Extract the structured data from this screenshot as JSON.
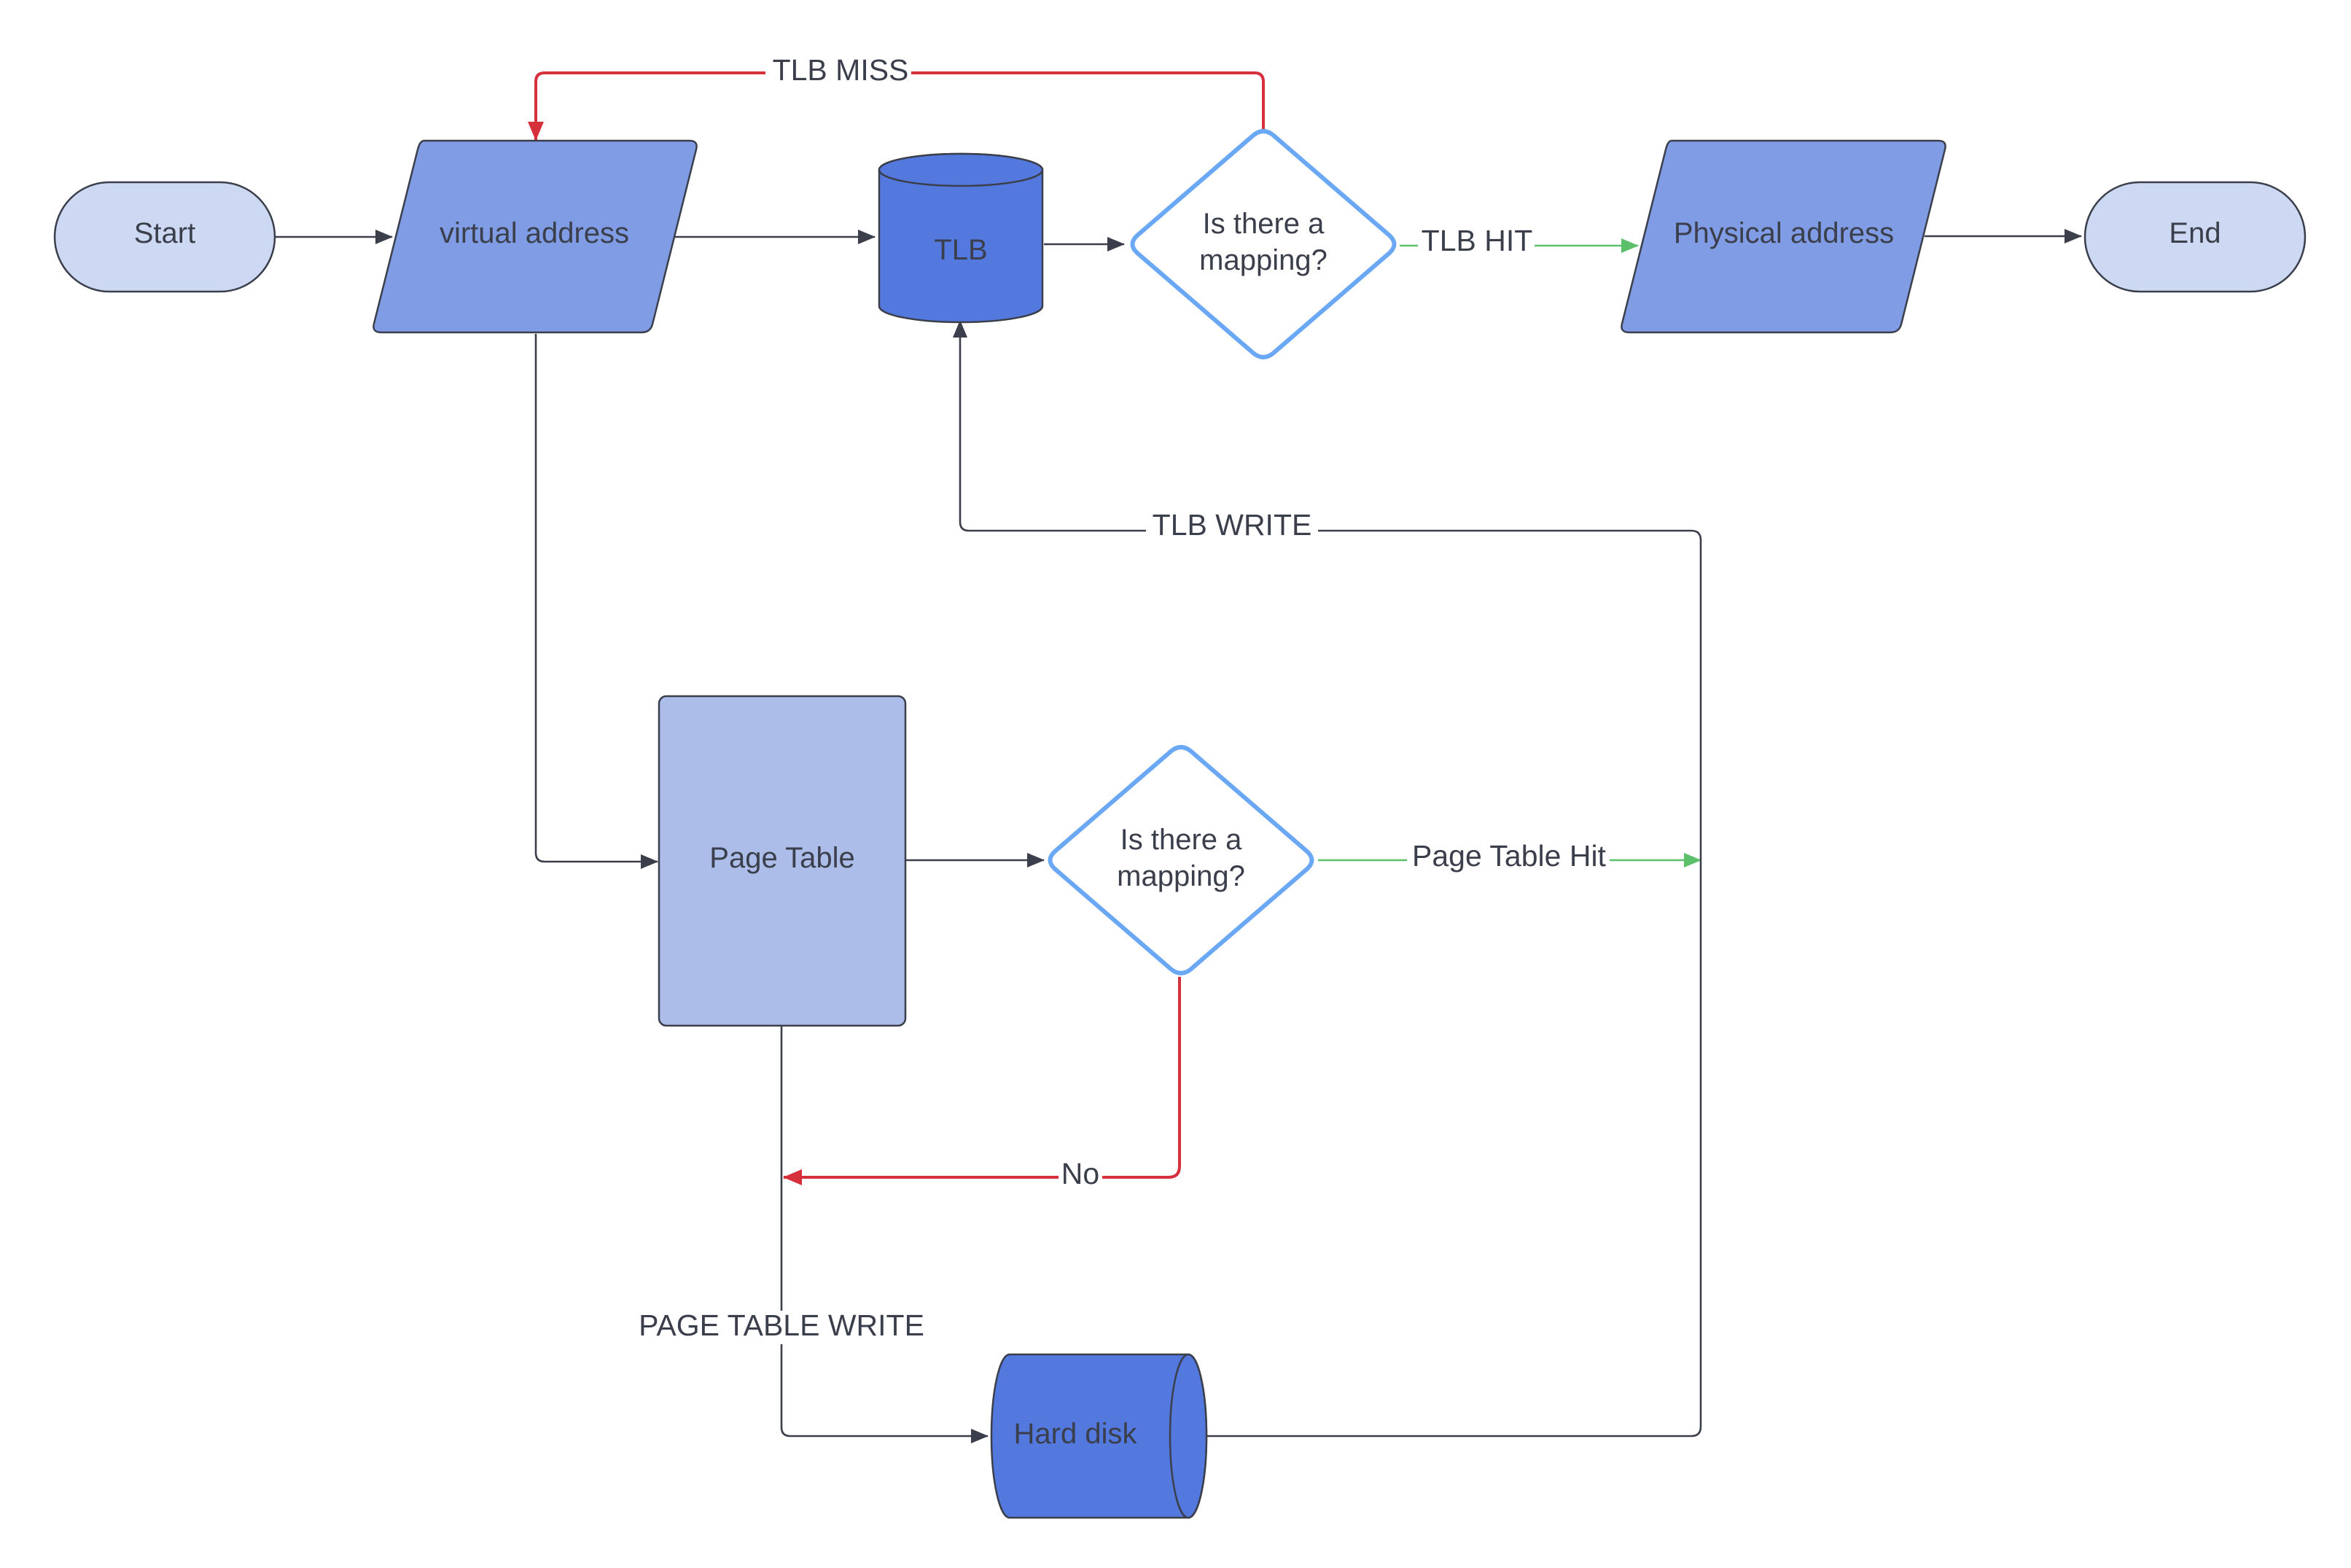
{
  "nodes": {
    "start": "Start",
    "virtual_address": "virtual address",
    "tlb": "TLB",
    "tlb_decision": [
      "Is there a",
      "mapping?"
    ],
    "physical_address": "Physical address",
    "end": "End",
    "page_table": "Page Table",
    "page_table_decision": [
      "Is there a",
      "mapping?"
    ],
    "hard_disk": "Hard disk"
  },
  "edges": {
    "tlb_miss": "TLB MISS",
    "tlb_hit": "TLB HIT",
    "tlb_write": "TLB WRITE",
    "page_table_hit": "Page Table Hit",
    "no": "No",
    "page_table_write": "PAGE TABLE WRITE"
  },
  "colors": {
    "terminal_fill": "#cdd8f3",
    "io_fill": "#809ce5",
    "database_fill": "#5479de",
    "process_fill": "#abbde8",
    "decision_stroke": "#6aa8f5",
    "line_dark": "#3a3f4b",
    "line_red": "#d6303c",
    "line_green": "#5cbf6a"
  }
}
